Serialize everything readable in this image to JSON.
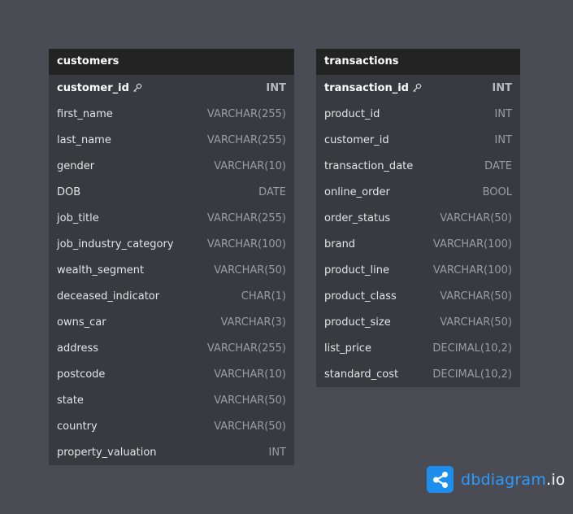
{
  "tables": {
    "customers": {
      "name": "customers",
      "columns": [
        {
          "name": "customer_id",
          "type": "INT",
          "pk": true
        },
        {
          "name": "first_name",
          "type": "VARCHAR(255)"
        },
        {
          "name": "last_name",
          "type": "VARCHAR(255)"
        },
        {
          "name": "gender",
          "type": "VARCHAR(10)"
        },
        {
          "name": "DOB",
          "type": "DATE"
        },
        {
          "name": "job_title",
          "type": "VARCHAR(255)"
        },
        {
          "name": "job_industry_category",
          "type": "VARCHAR(100)"
        },
        {
          "name": "wealth_segment",
          "type": "VARCHAR(50)"
        },
        {
          "name": "deceased_indicator",
          "type": "CHAR(1)"
        },
        {
          "name": "owns_car",
          "type": "VARCHAR(3)"
        },
        {
          "name": "address",
          "type": "VARCHAR(255)"
        },
        {
          "name": "postcode",
          "type": "VARCHAR(10)"
        },
        {
          "name": "state",
          "type": "VARCHAR(50)"
        },
        {
          "name": "country",
          "type": "VARCHAR(50)"
        },
        {
          "name": "property_valuation",
          "type": "INT"
        }
      ]
    },
    "transactions": {
      "name": "transactions",
      "columns": [
        {
          "name": "transaction_id",
          "type": "INT",
          "pk": true
        },
        {
          "name": "product_id",
          "type": "INT"
        },
        {
          "name": "customer_id",
          "type": "INT"
        },
        {
          "name": "transaction_date",
          "type": "DATE"
        },
        {
          "name": "online_order",
          "type": "BOOL"
        },
        {
          "name": "order_status",
          "type": "VARCHAR(50)"
        },
        {
          "name": "brand",
          "type": "VARCHAR(100)"
        },
        {
          "name": "product_line",
          "type": "VARCHAR(100)"
        },
        {
          "name": "product_class",
          "type": "VARCHAR(50)"
        },
        {
          "name": "product_size",
          "type": "VARCHAR(50)"
        },
        {
          "name": "list_price",
          "type": "DECIMAL(10,2)"
        },
        {
          "name": "standard_cost",
          "type": "DECIMAL(10,2)"
        }
      ]
    }
  },
  "branding": {
    "name": "dbdiagram",
    "tld": ".io",
    "icon": "share-nodes-icon",
    "color": "#1d8eee"
  },
  "colors": {
    "background": "#4a4b53",
    "table_body": "#393a40",
    "table_header": "#232324"
  }
}
